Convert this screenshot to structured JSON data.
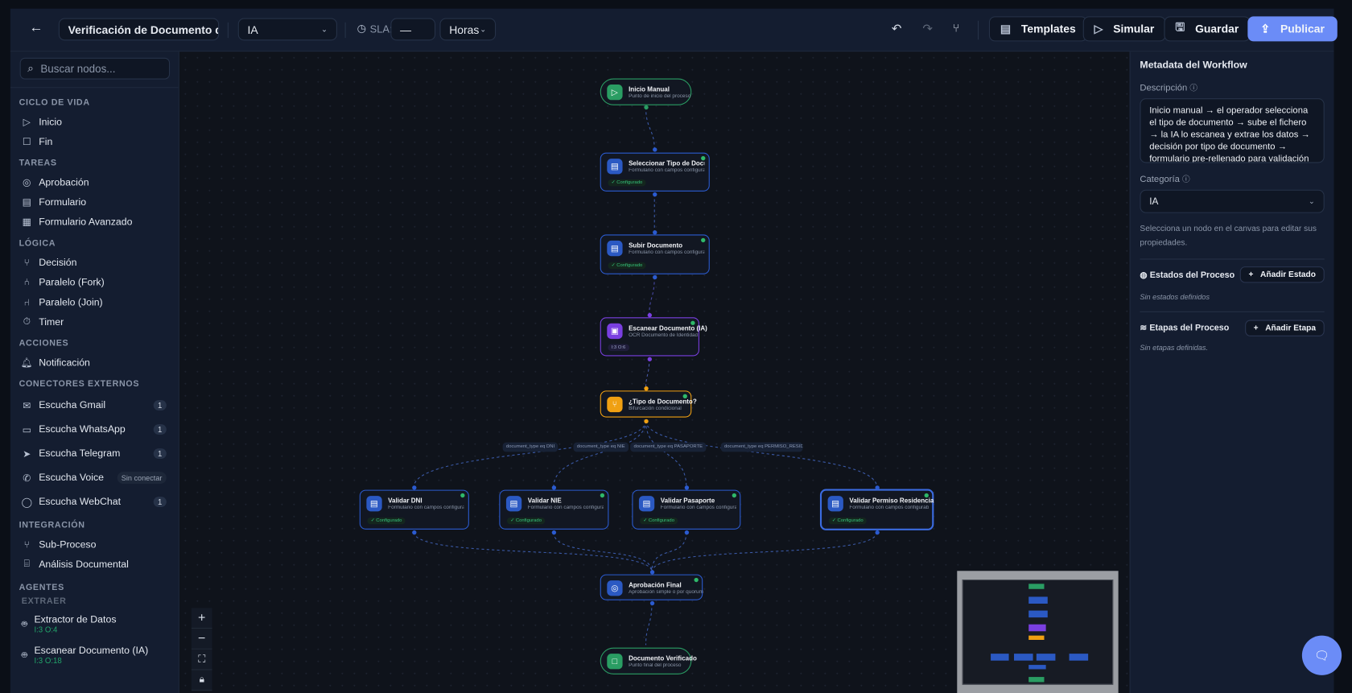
{
  "header": {
    "title": "Verificación de Documento de Id",
    "category": "IA",
    "sla_label": "SLA:",
    "sla_value": "—",
    "sla_unit": "Horas",
    "templates": "Templates",
    "simulate": "Simular",
    "save": "Guardar",
    "publish": "Publicar",
    "accent": "#6b8cf7"
  },
  "sidebar": {
    "search_placeholder": "Buscar nodos...",
    "sections": [
      {
        "title": "CICLO DE VIDA",
        "items": [
          {
            "label": "Inicio",
            "icon": "play"
          },
          {
            "label": "Fin",
            "icon": "square"
          }
        ]
      },
      {
        "title": "TAREAS",
        "items": [
          {
            "label": "Aprobación",
            "icon": "check-circle"
          },
          {
            "label": "Formulario",
            "icon": "file"
          },
          {
            "label": "Formulario Avanzado",
            "icon": "grid"
          }
        ]
      },
      {
        "title": "LÓGICA",
        "items": [
          {
            "label": "Decisión",
            "icon": "branch"
          },
          {
            "label": "Paralelo (Fork)",
            "icon": "fork"
          },
          {
            "label": "Paralelo (Join)",
            "icon": "join"
          },
          {
            "label": "Timer",
            "icon": "timer"
          }
        ]
      },
      {
        "title": "ACCIONES",
        "items": [
          {
            "label": "Notificación",
            "icon": "bell"
          }
        ]
      },
      {
        "title": "CONECTORES EXTERNOS",
        "items": [
          {
            "label": "Escucha Gmail",
            "icon": "mail",
            "badge": "1"
          },
          {
            "label": "Escucha WhatsApp",
            "icon": "message",
            "badge": "1"
          },
          {
            "label": "Escucha Telegram",
            "icon": "send",
            "badge": "1"
          },
          {
            "label": "Escucha Voice",
            "icon": "phone",
            "badge": "Sin conectar"
          },
          {
            "label": "Escucha WebChat",
            "icon": "chat",
            "badge": "1"
          }
        ]
      },
      {
        "title": "INTEGRACIÓN",
        "items": [
          {
            "label": "Sub-Proceso",
            "icon": "subprocess"
          },
          {
            "label": "Análisis Documental",
            "icon": "scan"
          }
        ]
      }
    ],
    "agents": {
      "title": "AGENTES",
      "group": "EXTRAER",
      "items": [
        {
          "label": "Extractor de Datos",
          "io": "I:3 O:4"
        },
        {
          "label": "Escanear Documento (IA)",
          "io": "I:3 O:18"
        }
      ]
    }
  },
  "canvas": {
    "nodes": {
      "start": {
        "title": "Inicio Manual",
        "subtitle": "Punto de inicio del proceso"
      },
      "select": {
        "title": "Seleccionar Tipo de Documento",
        "subtitle": "Formulario con campos configurables",
        "status": "✓ Configurado"
      },
      "upload": {
        "title": "Subir Documento",
        "subtitle": "Formulario con campos configurables",
        "status": "✓ Configurado"
      },
      "scan": {
        "title": "Escanear Documento (IA)",
        "subtitle": "OCR Documento de Identidad",
        "io": "I:3 O:6"
      },
      "decision": {
        "title": "¿Tipo de Documento?",
        "subtitle": "Bifurcación condicional"
      },
      "dni": {
        "title": "Validar DNI",
        "subtitle": "Formulario con campos configurables",
        "status": "✓ Configurado"
      },
      "nie": {
        "title": "Validar NIE",
        "subtitle": "Formulario con campos configurables",
        "status": "✓ Configurado"
      },
      "passport": {
        "title": "Validar Pasaporte",
        "subtitle": "Formulario con campos configurables",
        "status": "✓ Configurado"
      },
      "permit": {
        "title": "Validar Permiso Residencia",
        "subtitle": "Formulario con campos configurables",
        "status": "✓ Configurado"
      },
      "approval": {
        "title": "Aprobación Final",
        "subtitle": "Aprobación simple o por quorum"
      },
      "end": {
        "title": "Documento Verificado",
        "subtitle": "Punto final del proceso"
      }
    },
    "edge_labels": [
      "document_type eq DNI",
      "document_type eq NIE",
      "document_type eq PASAPORTE",
      "document_type eq PERMISO_RESIDENCIA"
    ],
    "colors": {
      "start": "#2a9d63",
      "task": "#2b5bd0",
      "ai": "#7a3fe0",
      "decision": "#f0a012"
    }
  },
  "panel": {
    "title": "Metadata del Workflow",
    "description_label": "Descripción",
    "description": "Inicio manual → el operador selecciona el tipo de documento → sube el fichero → la IA lo escanea y extrae los datos → decisión por tipo de documento → formulario pre-rellenado para validación",
    "category_label": "Categoría",
    "category": "IA",
    "hint": "Selecciona un nodo en el canvas para editar sus propiedades.",
    "states_title": "Estados del Proceso",
    "add_state": "Añadir Estado",
    "no_states": "Sin estados definidos",
    "stages_title": "Etapas del Proceso",
    "add_stage": "Añadir Etapa",
    "no_stages": "Sin etapas definidas."
  }
}
